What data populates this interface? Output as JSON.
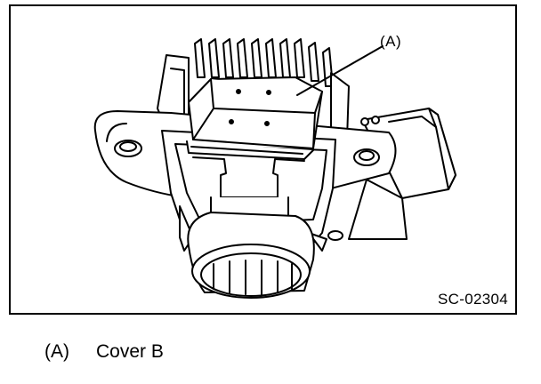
{
  "figure": {
    "callout": "(A)",
    "code": "SC-02304"
  },
  "legend": {
    "items": [
      {
        "key": "(A)",
        "text": "Cover B"
      }
    ]
  }
}
